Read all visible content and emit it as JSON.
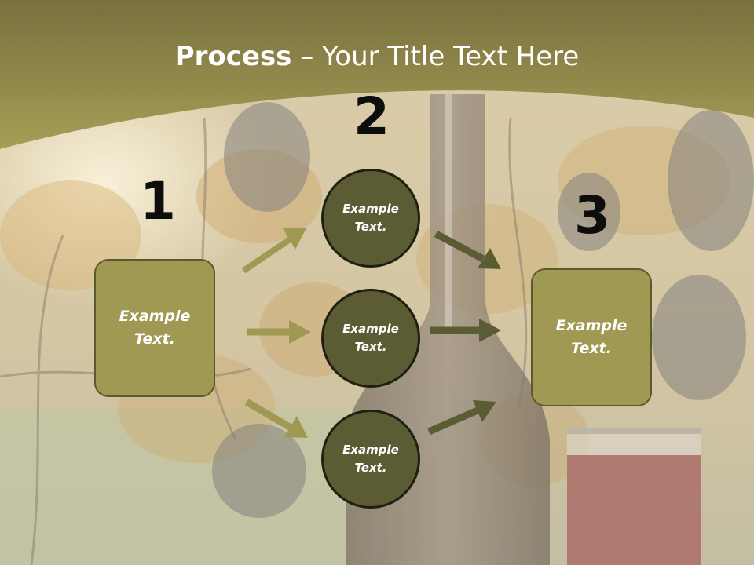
{
  "title": {
    "bold": "Process",
    "regular": " – Your Title Text Here"
  },
  "steps": [
    {
      "number": "1",
      "label": "Example\nText."
    },
    {
      "number": "2",
      "label": "Example\nText."
    },
    {
      "number": "3",
      "label": "Example\nText."
    }
  ],
  "circles": [
    {
      "label": "Example\nText."
    },
    {
      "label": "Example\nText."
    },
    {
      "label": "Example\nText."
    }
  ],
  "colors": {
    "header": "#9c9550",
    "box_fill": "#9f9954",
    "circle_fill": "#5b5b34",
    "arrow_light": "#9f9954",
    "arrow_dark": "#5b5b34"
  }
}
